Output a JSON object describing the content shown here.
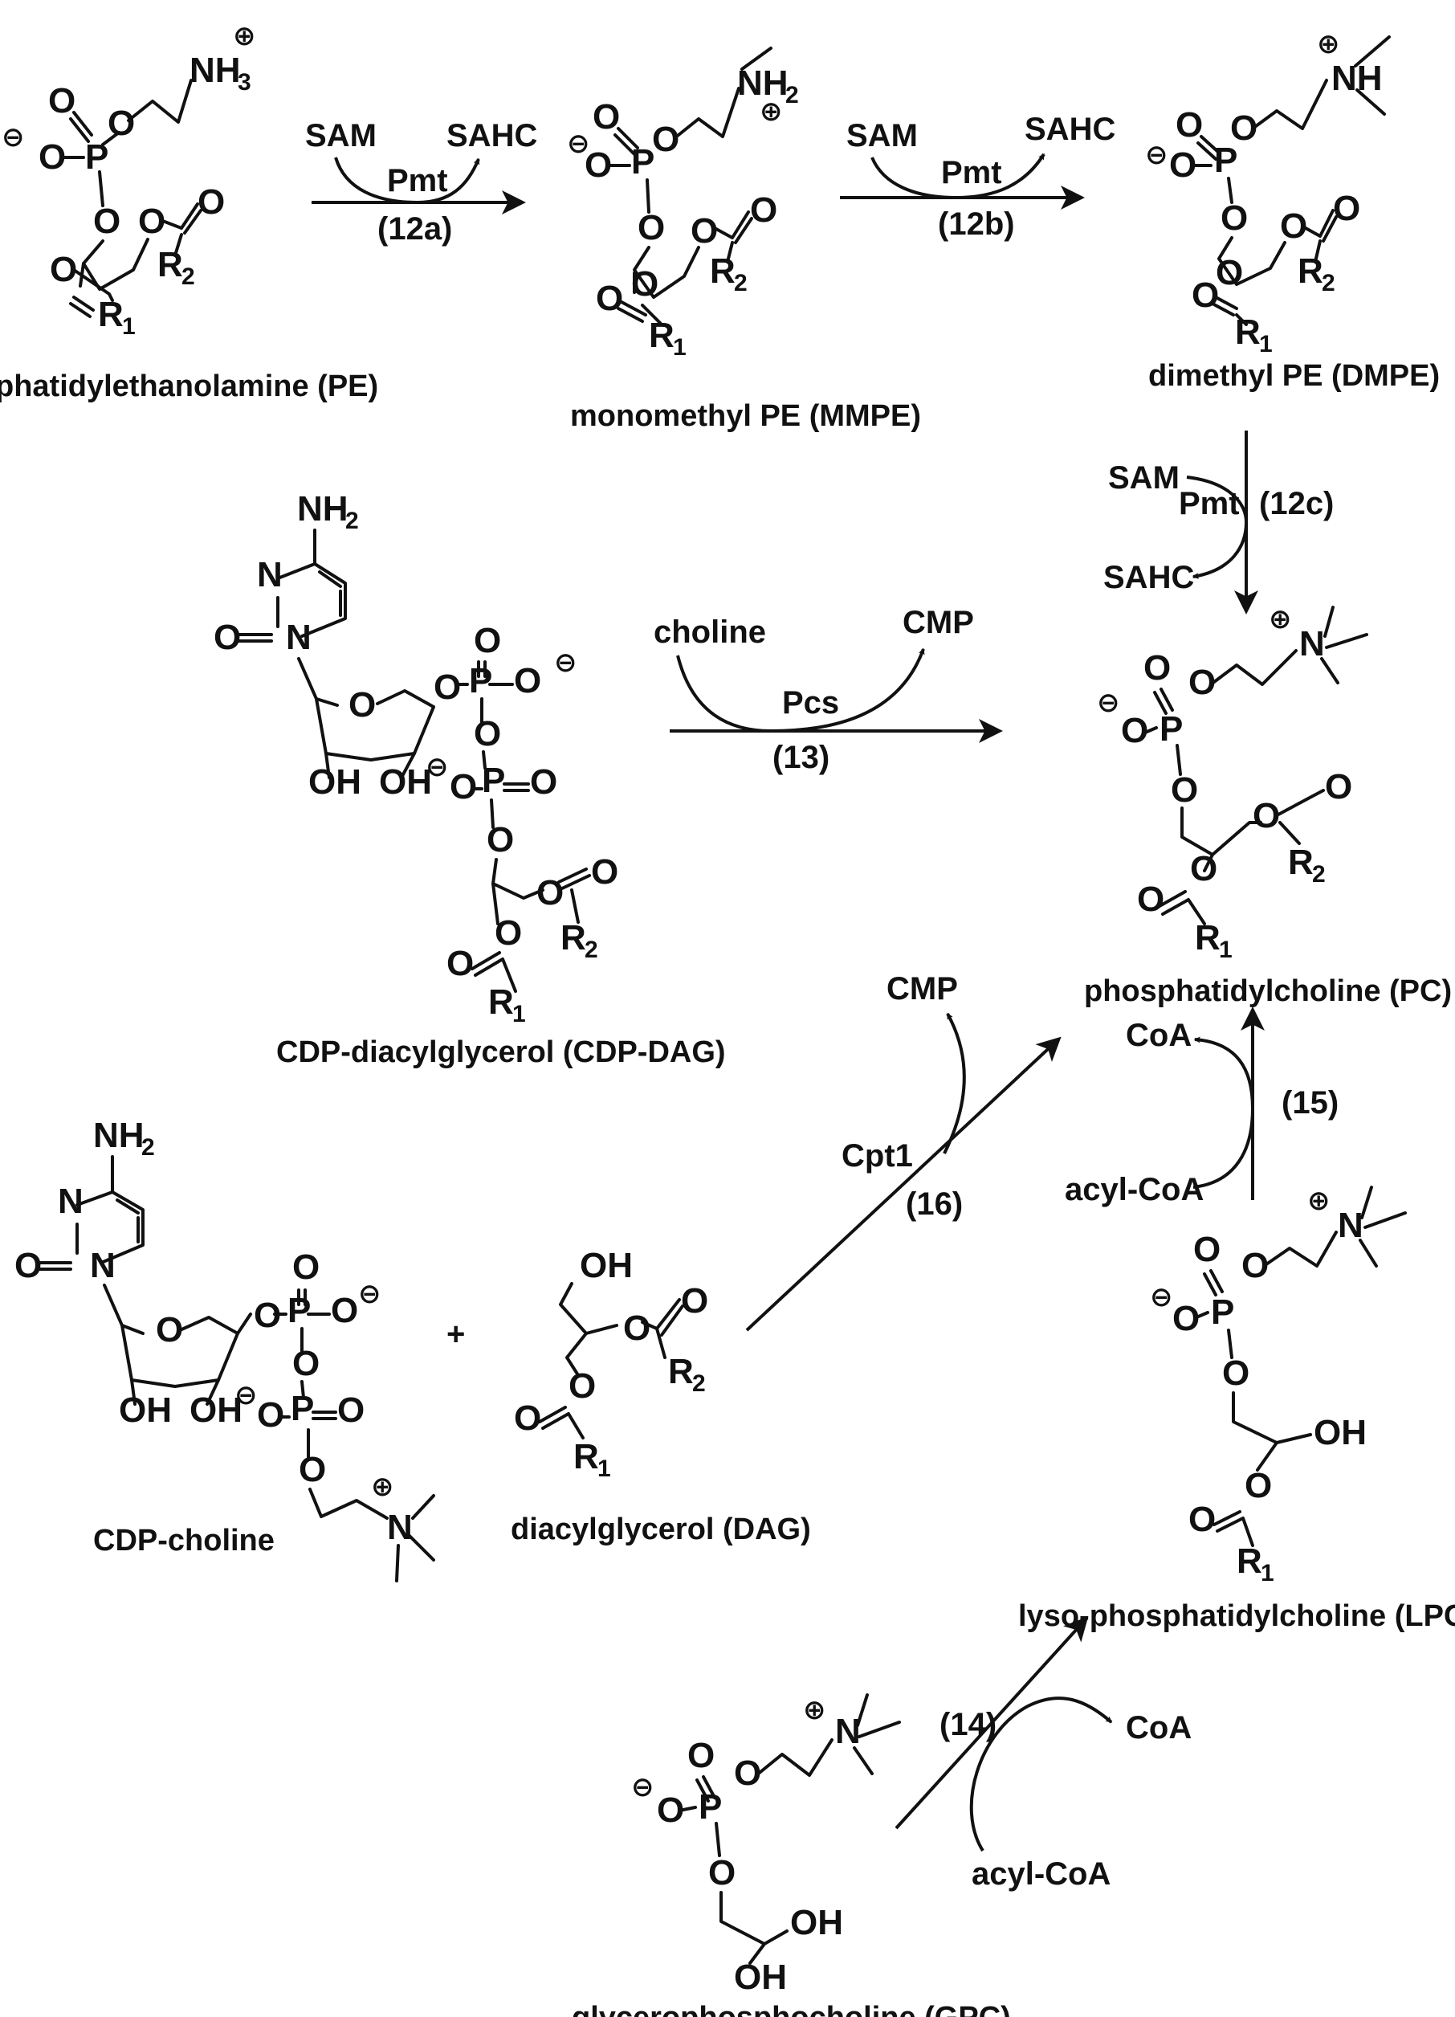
{
  "compounds": {
    "pe": "phatidylethanolamine (PE)",
    "mmpe": "monomethyl PE (MMPE)",
    "dmpe": "dimethyl PE (DMPE)",
    "pc": "phosphatidylcholine (PC)",
    "cdp_dag": "CDP-diacylglycerol (CDP-DAG)",
    "cdp_choline": "CDP-choline",
    "dag": "diacylglycerol (DAG)",
    "lpc": "lyso-phosphatidylcholine (LPC)",
    "gpc": "glycerophosphocholine (GPC)"
  },
  "reactions": {
    "r12a": {
      "id": "(12a)",
      "enzyme": "Pmt",
      "cosubstrate": "SAM",
      "coproduct": "SAHC"
    },
    "r12b": {
      "id": "(12b)",
      "enzyme": "Pmt",
      "cosubstrate": "SAM",
      "coproduct": "SAHC"
    },
    "r12c": {
      "id": "(12c)",
      "enzyme": "Pmt",
      "cosubstrate": "SAM",
      "coproduct": "SAHC"
    },
    "r13": {
      "id": "(13)",
      "enzyme": "Pcs",
      "cosubstrate": "choline",
      "coproduct": "CMP"
    },
    "r14": {
      "id": "(14)",
      "cosubstrate": "acyl-CoA",
      "coproduct": "CoA"
    },
    "r15": {
      "id": "(15)",
      "cosubstrate": "acyl-CoA",
      "coproduct": "CoA"
    },
    "r16": {
      "id": "(16)",
      "enzyme": "Cpt1",
      "coproduct": "CMP"
    }
  },
  "plus": "+",
  "atoms": {
    "O": "O",
    "P": "P",
    "N": "N",
    "OH": "OH",
    "R": "R",
    "NH3": "NH",
    "NH2": "NH",
    "NH": "NH",
    "NH2_ring": "NH",
    "sub1": "1",
    "sub2": "2",
    "sub3": "3",
    "sub2_h": "2",
    "plus_charge": "⊕",
    "minus_charge": "⊖"
  }
}
